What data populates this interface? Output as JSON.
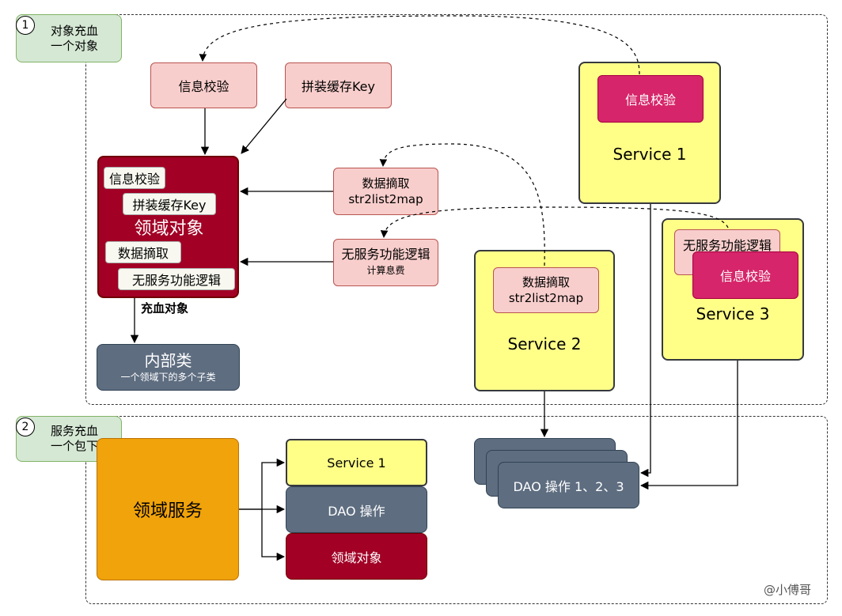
{
  "section1": {
    "number": "1",
    "label_line1": "对象充血",
    "label_line2": "一个对象"
  },
  "section2": {
    "number": "2",
    "label_line1": "服务充血",
    "label_line2": "一个包下"
  },
  "top_boxes": {
    "validate": "信息校验",
    "cache_key": "拼装缓存Key",
    "data_extract_line1": "数据摘取",
    "data_extract_line2": "str2list2map",
    "stateless_logic": "无服务功能逻辑",
    "interest_calc": "计算息费"
  },
  "domain_object": {
    "title": "领域对象",
    "chip_validate": "信息校验",
    "chip_cache_key": "拼装缓存Key",
    "chip_data_extract": "数据摘取",
    "chip_stateless": "无服务功能逻辑",
    "rich_label": "充血对象"
  },
  "inner_class": {
    "title": "内部类",
    "subtitle": "一个领域下的多个子类"
  },
  "service1": {
    "title": "Service 1",
    "inner": "信息校验"
  },
  "service2": {
    "title": "Service 2",
    "inner_line1": "数据摘取",
    "inner_line2": "str2list2map"
  },
  "service3": {
    "title": "Service 3",
    "inner_back": "无服务功能逻辑",
    "inner_front": "信息校验"
  },
  "dao_stack": {
    "label": "DAO 操作 1、2、3"
  },
  "domain_service": {
    "title": "领域服务",
    "item_service": "Service 1",
    "item_dao": "DAO 操作",
    "item_domain_object": "领域对象"
  },
  "watermark": "@小傅哥"
}
